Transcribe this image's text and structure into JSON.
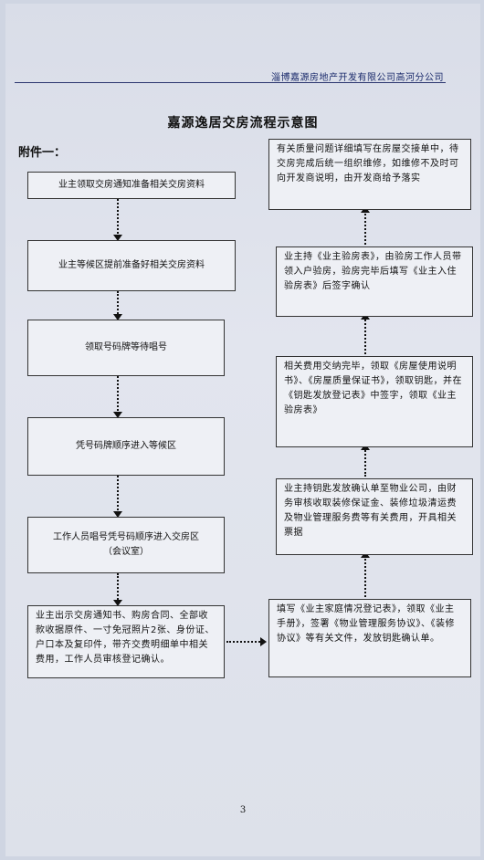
{
  "header": {
    "company": "淄博嘉源房地产开发有限公司高河分公司"
  },
  "title": "嘉源逸居交房流程示意图",
  "attachment_label": "附件一：",
  "left_steps": [
    "业主领取交房通知准备相关交房资料",
    "业主等候区提前准备好相关交房资料",
    "领取号码牌等待唱号",
    "凭号码牌顺序进入等候区",
    "工作人员唱号凭号码顺序进入交房区（会议室）",
    "业主出示交房通知书、购房合同、全部收款收据原件、一寸免冠照片2张、身份证、户口本及复印件，带齐交费明细单中相关费用，工作人员审核登记确认。"
  ],
  "right_steps": [
    "填写《业主家庭情况登记表》，领取《业主手册》，签署《物业管理服务协议》、《装修协议》等有关文件，发放钥匙确认单。",
    "业主持钥匙发放确认单至物业公司，由财务审核收取装修保证金、装修垃圾清运费及物业管理服务费等有关费用，开具相关票据",
    "相关费用交纳完毕，领取《房屋使用说明书》、《房屋质量保证书》，领取钥匙，并在《钥匙发放登记表》中签字，领取《业主验房表》",
    "业主持《业主验房表》，由验房工作人员带领入户验房，验房完毕后填写《业主入住验房表》后签字确认",
    "有关质量问题详细填写在房屋交接单中，待交房完成后统一组织维修，如维修不及时可向开发商说明，由开发商给予落实"
  ],
  "page_number": "3"
}
